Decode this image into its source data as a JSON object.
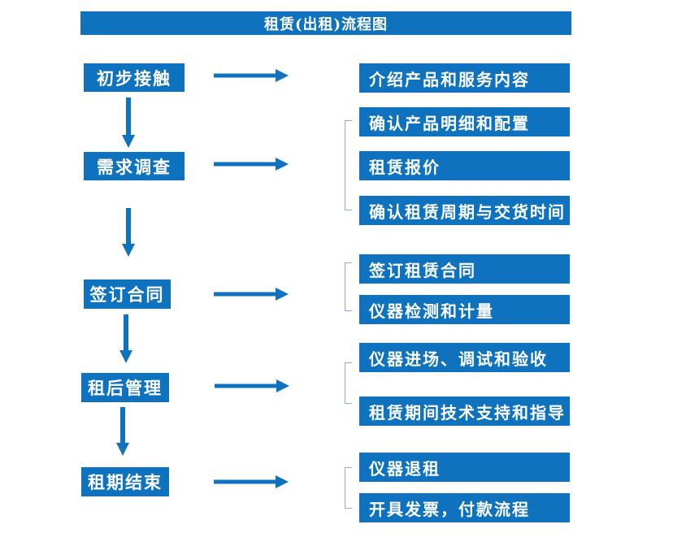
{
  "title": "租赁(出租)流程图",
  "colors": {
    "box_blue": "#0E72BE",
    "bracket_blue": "#8FAADC",
    "text_white": "#FFFFFF",
    "background": "#FFFFFF"
  },
  "steps": [
    {
      "label": "初步接触",
      "details": [
        "介绍产品和服务内容"
      ]
    },
    {
      "label": "需求调查",
      "details": [
        "确认产品明细和配置",
        "租赁报价",
        "确认租赁周期与交货时间"
      ]
    },
    {
      "label": "签订合同",
      "details": [
        "签订租赁合同",
        "仪器检测和计量"
      ]
    },
    {
      "label": "租后管理",
      "details": [
        "仪器进场、调试和验收",
        "租赁期间技术支持和指导"
      ]
    },
    {
      "label": "租期结束",
      "details": [
        "仪器退租",
        "开具发票，付款流程"
      ]
    }
  ]
}
